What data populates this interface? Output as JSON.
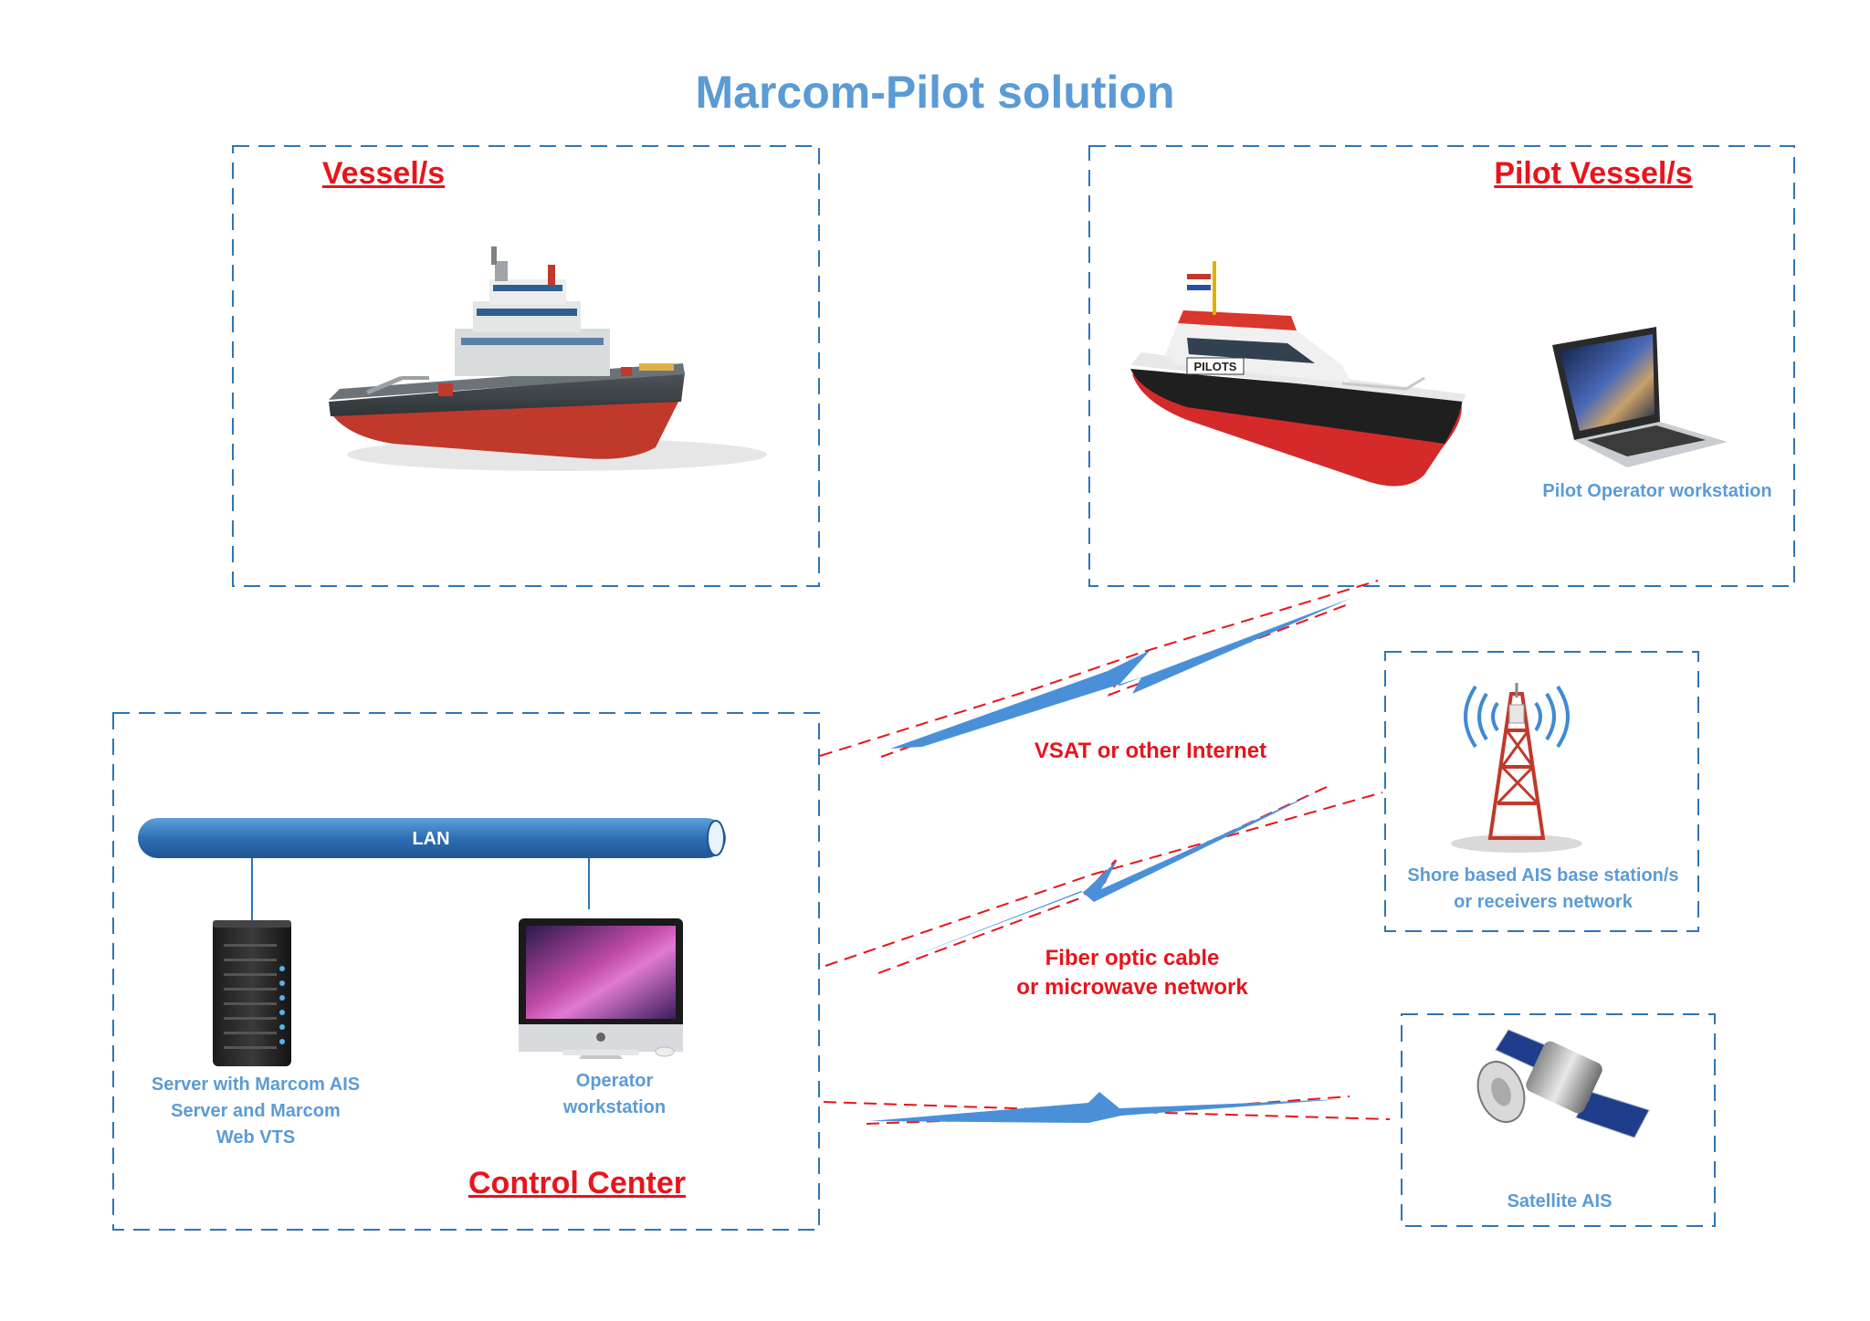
{
  "title": "Marcom-Pilot solution",
  "sections": {
    "vessel": "Vessel/s",
    "pilot_vessel": "Pilot Vessel/s",
    "control_center": "Control Center"
  },
  "labels": {
    "pilot_workstation": "Pilot Operator workstation",
    "shore_station": "Shore based AIS base station/s\nor receivers network",
    "satellite": "Satellite AIS",
    "lan": "LAN",
    "server": "Server with Marcom AIS\nServer and Marcom\nWeb VTS",
    "operator": "Operator\nworkstation"
  },
  "links": {
    "vsat": "VSAT or other Internet",
    "fiber": "Fiber optic cable\nor microwave network"
  },
  "ship_text": {
    "pilots": "PILOTS"
  },
  "colors": {
    "accent_blue": "#5b9bd5",
    "section_red": "#e8141c",
    "dash_blue": "#2e75b6",
    "bolt_blue": "#4a90d9"
  }
}
